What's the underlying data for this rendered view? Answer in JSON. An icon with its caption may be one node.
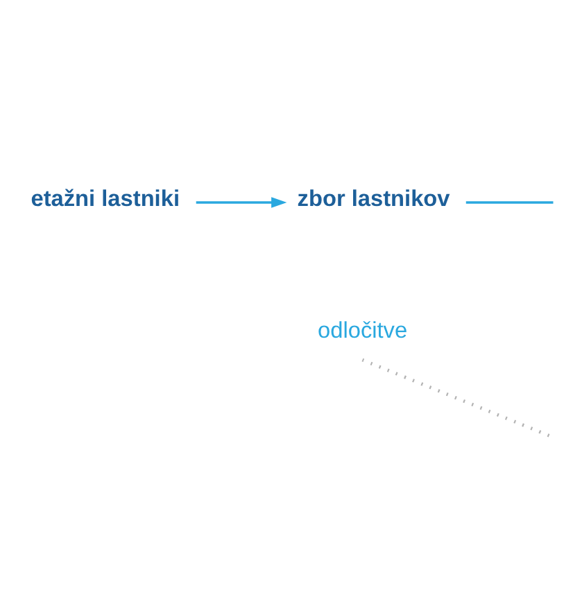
{
  "diagram": {
    "nodes": [
      {
        "text": [
          "etažni lastniki"
        ]
      },
      {
        "text": [
          "zbor lastnikov"
        ]
      },
      {
        "text": [
          "odločitve"
        ]
      }
    ],
    "edges": [
      {
        "from": 0,
        "to": 1,
        "arrow": "to"
      },
      {
        "from": 1,
        "to": null,
        "arrow": "none"
      },
      {
        "from": 2,
        "to": null,
        "arrow": "none",
        "style": "dashed",
        "color": "#b3b3b3"
      }
    ]
  }
}
